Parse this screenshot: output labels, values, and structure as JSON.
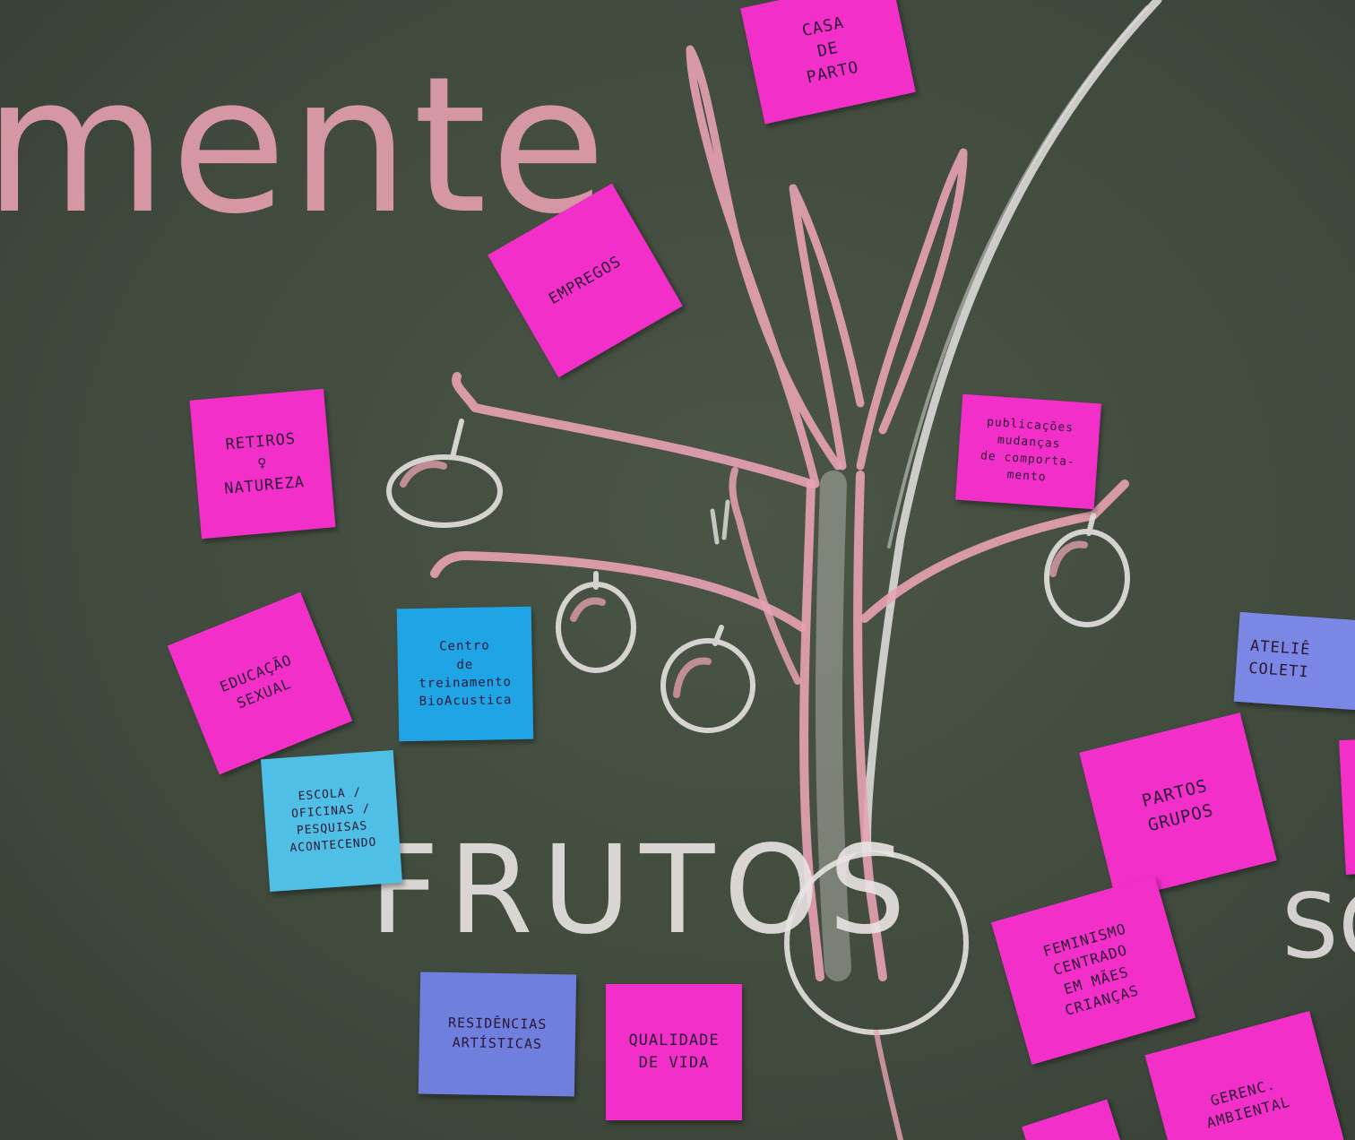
{
  "board": {
    "words": {
      "mente": "mente",
      "frutos": "FRUTOS",
      "so": "SO"
    },
    "notes": {
      "casa_de_parto": "CASA\nDE\nPARTO",
      "empregos": "EMPREGOS",
      "retiros": "RETIROS\n♀\nNATUREZA",
      "publicacoes": "publicações\nmudanças\nde comporta-\nmento",
      "educacao_sexual": "EDUCAÇÃO\nSEXUAL",
      "centro": "Centro\nde treinamento\nBioAcustica",
      "escola": "ESCOLA /\nOFICINAS /\nPESQUISAS\nACONTECENDO",
      "residencias": "RESIDÊNCIAS\nARTÍSTICAS",
      "qualidade": "QUALIDADE\nDE VIDA",
      "atelie": "ATELIÊ\nCOLETI",
      "partos": "PARTOS\nGRUPOS",
      "feminismo": "FEMINISMO\nCENTRADO\nEM MÃES\nCRIANÇAS",
      "gerenc": "GERENC.\nAMBIENTAL"
    },
    "colors": {
      "board": "#414b3e",
      "chalk_pink": "#e8a2b3",
      "chalk_white": "#e4e2e0",
      "note_pink": "#f22fc9",
      "note_blue": "#1fa4e6",
      "note_light_blue": "#4fbfe6",
      "note_violet": "#6f7fde"
    }
  }
}
